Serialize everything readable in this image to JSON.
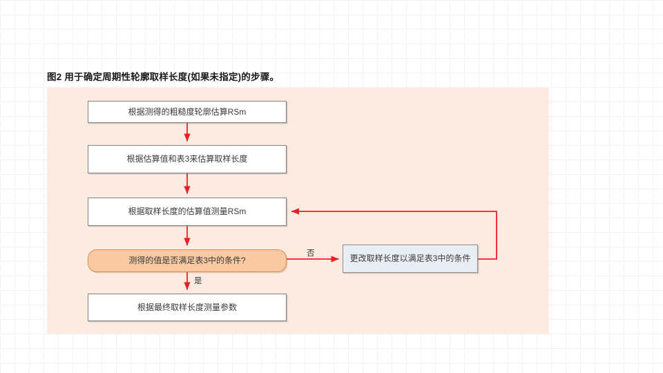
{
  "figure": {
    "caption": "图2 用于确定周期性轮廓取样长度(如果未指定)的步骤。",
    "panel_color": "#fcebe0",
    "background_color": "#ffffff",
    "grid_color": "#f2f2f4"
  },
  "flowchart": {
    "type": "flowchart",
    "connector_color": "#ee1c25",
    "nodes": [
      {
        "id": "estimate-rsm",
        "label": "根据测得的粗糙度轮廓估算RSm",
        "shape": "process",
        "fill": "#ffffff",
        "border": "#808080"
      },
      {
        "id": "estimate-length",
        "label": "根据估算值和表3来估算取样长度",
        "shape": "process",
        "fill": "#ffffff",
        "border": "#808080"
      },
      {
        "id": "measure-rsm",
        "label": "根据取样长度的估算值测量RSm",
        "shape": "process",
        "fill": "#ffffff",
        "border": "#808080"
      },
      {
        "id": "condition-check",
        "label": "测得的值是否满足表3中的条件?",
        "shape": "decision",
        "fill": "#f8c9a2",
        "border": "#e08a4e"
      },
      {
        "id": "final-measure",
        "label": "根据最终取样长度测量参数",
        "shape": "process",
        "fill": "#ffffff",
        "border": "#808080"
      },
      {
        "id": "change-length",
        "label": "更改取样长度以满足表3中的条件",
        "shape": "alt-process",
        "fill": "#e8eef4",
        "border": "#8a8a8a"
      }
    ],
    "edges": [
      {
        "id": "e1",
        "from": "estimate-rsm",
        "to": "estimate-length",
        "label": ""
      },
      {
        "id": "e2",
        "from": "estimate-length",
        "to": "measure-rsm",
        "label": ""
      },
      {
        "id": "e3",
        "from": "measure-rsm",
        "to": "condition-check",
        "label": ""
      },
      {
        "id": "e4",
        "from": "condition-check",
        "to": "final-measure",
        "label": "是"
      },
      {
        "id": "e5",
        "from": "condition-check",
        "to": "change-length",
        "label": "否"
      },
      {
        "id": "e6",
        "from": "change-length",
        "to": "measure-rsm",
        "label": ""
      }
    ]
  }
}
